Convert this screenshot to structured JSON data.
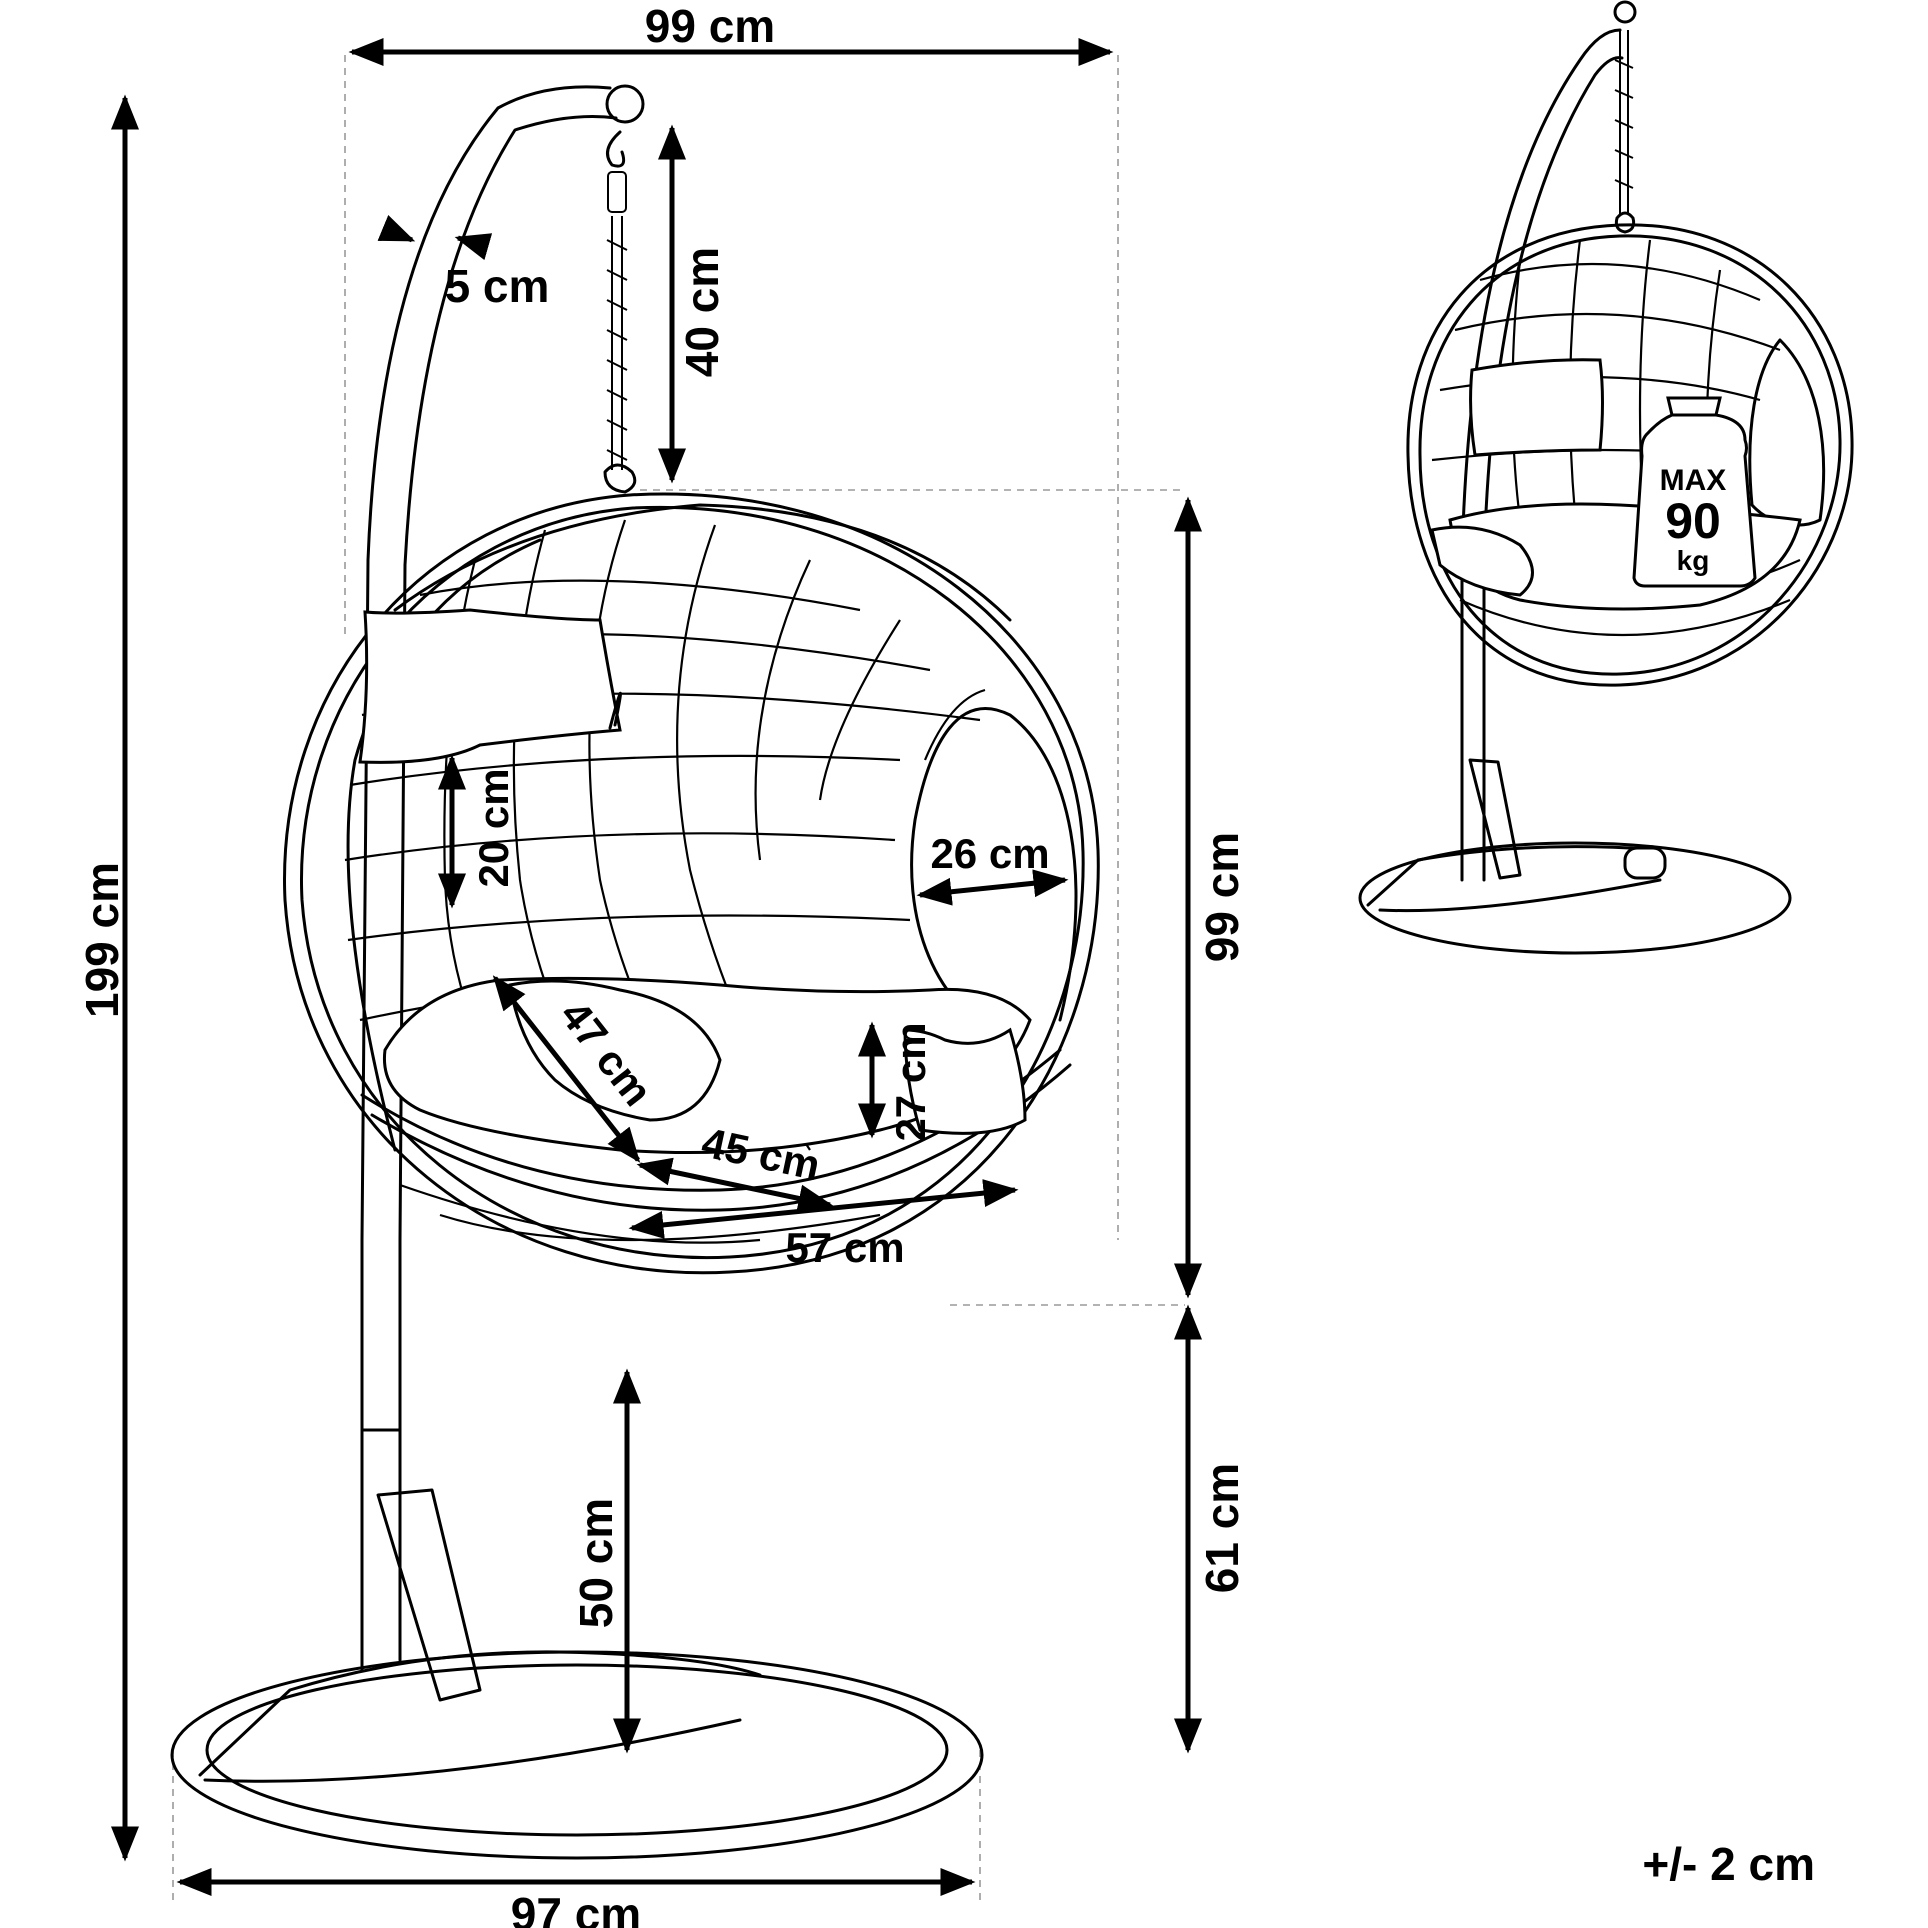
{
  "dimensions": {
    "width_top": "99 cm",
    "width_bottom": "97 cm",
    "total_height": "199 cm",
    "tube_diameter": "5 cm",
    "chain_length": "40 cm",
    "basket_height": "99 cm",
    "basket_clearance": "61 cm",
    "seat_height": "50 cm",
    "back_cushion_height": "20 cm",
    "opening_depth": "26 cm",
    "seat_depth": "47 cm",
    "side_cushion_height": "27 cm",
    "seat_width_inner": "45 cm",
    "seat_width": "57 cm"
  },
  "load_badge": {
    "max_label": "MAX",
    "value": "90",
    "unit": "kg"
  },
  "tolerance": "+/- 2 cm",
  "colors": {
    "ink": "#000000",
    "guide": "#9a9a9a",
    "paper": "#ffffff"
  }
}
